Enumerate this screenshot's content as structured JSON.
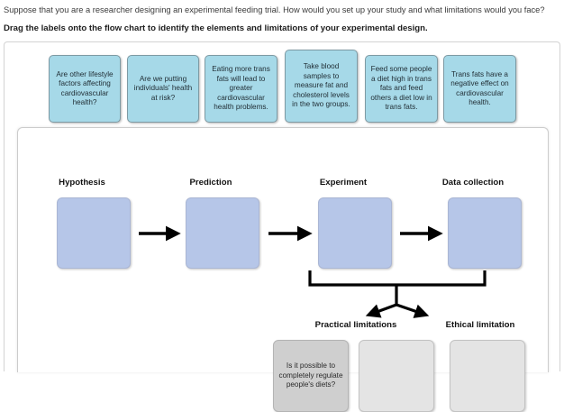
{
  "prompt": {
    "question": "Suppose that you are a researcher designing an experimental feeding trial. How would you set up your study and what limitations would you face?",
    "instruction": "Drag the labels onto the flow chart to identify the elements and limitations of your experimental design."
  },
  "label_bank": {
    "labels": [
      {
        "id": "label-1",
        "text": "Are other lifestyle factors affecting cardiovascular health?"
      },
      {
        "id": "label-2",
        "text": "Are we putting individuals' health at risk?"
      },
      {
        "id": "label-3",
        "text": "Eating more trans fats will lead to greater cardiovascular health problems."
      },
      {
        "id": "label-4",
        "text": "Take blood samples to measure fat and cholesterol levels in the two groups."
      },
      {
        "id": "label-5",
        "text": "Feed some people a diet high in trans fats and feed others a diet low in trans fats."
      },
      {
        "id": "label-6",
        "text": "Trans fats have a negative effect on cardiovascular health."
      }
    ]
  },
  "flow_chart": {
    "top_row_headings": [
      {
        "id": "hypothesis",
        "label": "Hypothesis"
      },
      {
        "id": "prediction",
        "label": "Prediction"
      },
      {
        "id": "experiment",
        "label": "Experiment"
      },
      {
        "id": "data-collection",
        "label": "Data collection"
      }
    ],
    "bottom_row_headings": [
      {
        "id": "practical-limitations",
        "label": "Practical limitations"
      },
      {
        "id": "ethical-limitation",
        "label": "Ethical limitation"
      }
    ],
    "drop_slots": [
      {
        "id": "slot-hypothesis",
        "value": "",
        "state": "empty"
      },
      {
        "id": "slot-prediction",
        "value": "",
        "state": "empty"
      },
      {
        "id": "slot-experiment",
        "value": "",
        "state": "empty"
      },
      {
        "id": "slot-data-collection",
        "value": "",
        "state": "empty"
      },
      {
        "id": "slot-practical-a",
        "value": "Is it possible to completely regulate people's diets?",
        "state": "filled"
      },
      {
        "id": "slot-practical-b",
        "value": "",
        "state": "empty"
      },
      {
        "id": "slot-ethical",
        "value": "",
        "state": "empty"
      }
    ]
  },
  "colors": {
    "label_card": "#a6d9e8",
    "label_card_border": "#7d9aa4",
    "stage_slot": "#b6c6e8",
    "stage_slot_border": "#aab6d4",
    "limitation_slot_empty": "#e4e4e4",
    "limitation_slot_filled": "#cfcfcf",
    "arrow": "#000000",
    "panel_border": "#cccccc",
    "text": "#2b2b2b"
  }
}
